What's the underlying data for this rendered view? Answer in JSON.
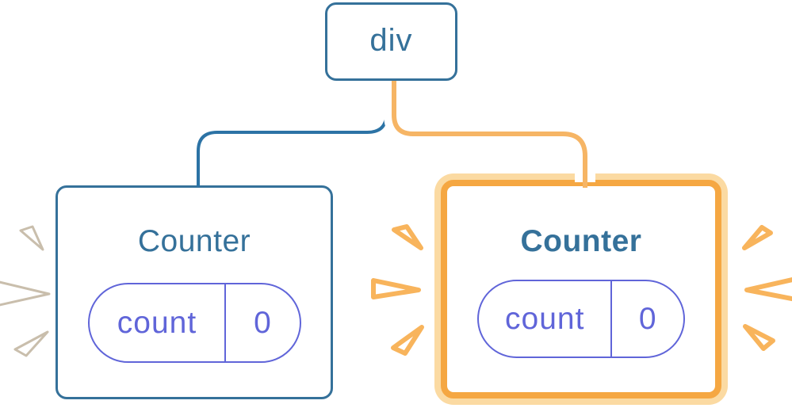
{
  "colors": {
    "blue": "#35719A",
    "blue_line": "#2C73A5",
    "purple": "#6065D9",
    "orange_border": "#F5A742",
    "orange_ring": "#FBDAA2",
    "orange_line": "#F6B565",
    "orange_sparkle": "#F8B45C",
    "white_sparkle_edge": "#C9BEAC",
    "bg": "#FFFFFF"
  },
  "tree": {
    "root": {
      "label": "div"
    },
    "children": [
      {
        "title": "Counter",
        "highlighted": false,
        "state_pill": {
          "name": "count",
          "value": "0"
        }
      },
      {
        "title": "Counter",
        "highlighted": true,
        "state_pill": {
          "name": "count",
          "value": "0"
        }
      }
    ]
  }
}
